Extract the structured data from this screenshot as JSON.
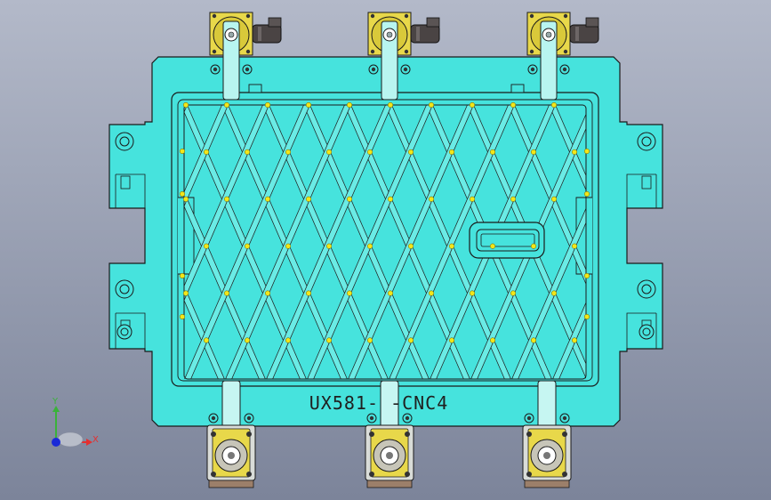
{
  "viewport": {
    "background_top": "#b3b9c9",
    "background_bottom": "#7c849a"
  },
  "part": {
    "label": "UX581-  -CNC4",
    "body_color": "#46e3dd",
    "grid_color": "#6aebe5",
    "yellow_color": "#e8d84a",
    "dot_color": "#f2e61a"
  },
  "axes": {
    "x_label": "X",
    "y_label": "Y",
    "x_color": "#e43030",
    "y_color": "#3ab23a",
    "origin_color": "#1a2ad8"
  },
  "icons": {
    "clamp_top": "clamp-top-icon",
    "clamp_bottom": "clamp-bottom-icon",
    "mount_hole": "mount-hole-icon",
    "axis_triad": "axis-triad-icon"
  }
}
